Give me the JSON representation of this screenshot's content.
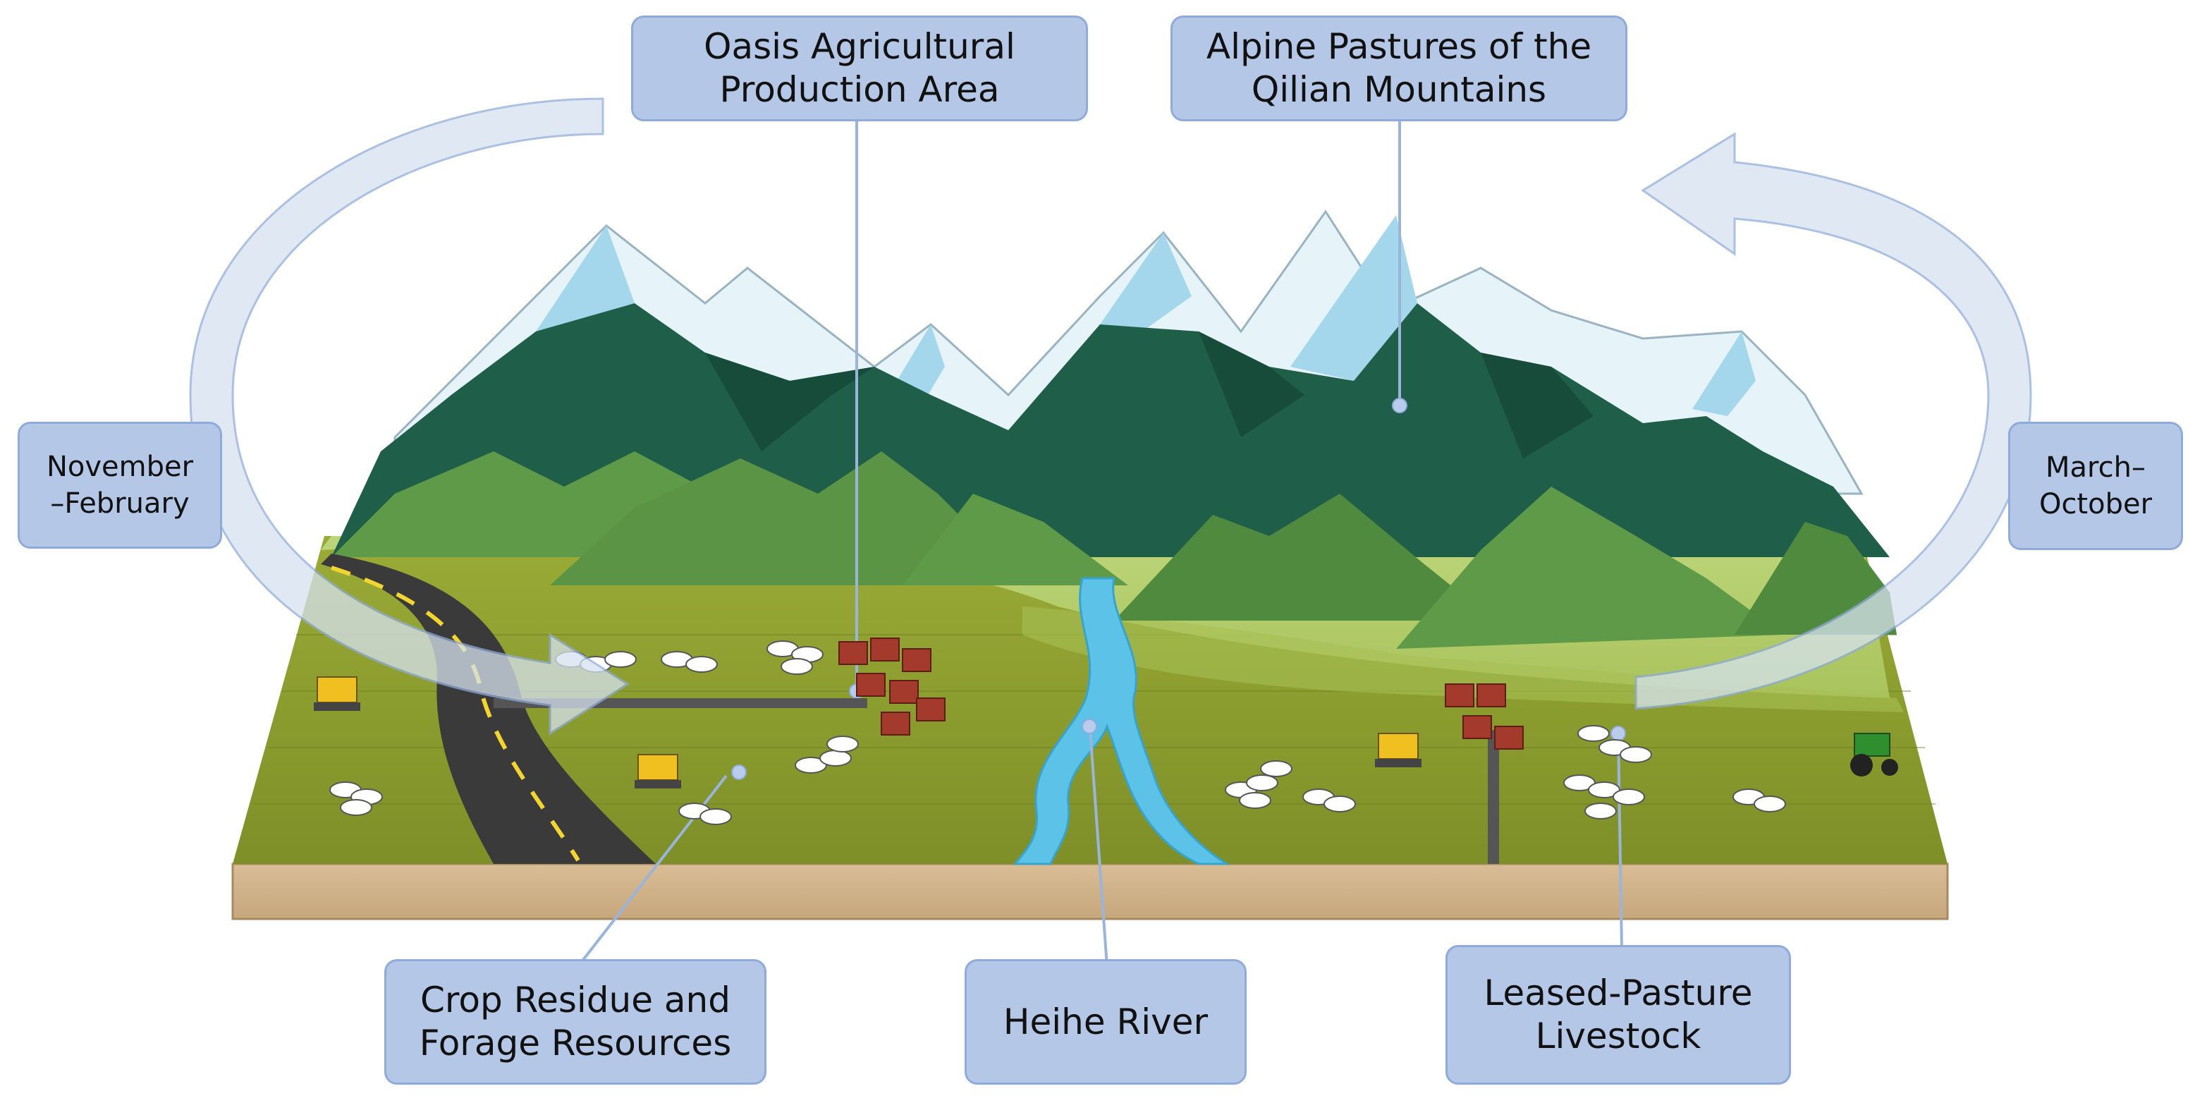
{
  "labels": {
    "oasis": [
      "Oasis Agricultural",
      "Production Area"
    ],
    "alpine": [
      "Alpine Pastures of the",
      "Qilian Mountains"
    ],
    "winter": [
      "November",
      "–February"
    ],
    "summer": [
      "March–",
      "October"
    ],
    "crop": [
      "Crop Residue and",
      "Forage Resources"
    ],
    "river": [
      "Heihe River"
    ],
    "leased": [
      "Leased-Pasture",
      "Livestock"
    ]
  },
  "colors": {
    "label_fill": "#b4c7e7",
    "label_border": "#8fabd9",
    "snow": "#e4f3fa",
    "ice": "#9fd3ea",
    "dark_mountain": "#1f5f4a",
    "green_hill": "#5e9a48",
    "meadow": "#b5cf6a",
    "field": "#8a9a2e",
    "soil": "#d2b48c",
    "river": "#5cc2e8",
    "road": "#3a3a3a",
    "arrow": "#cfdcea"
  }
}
